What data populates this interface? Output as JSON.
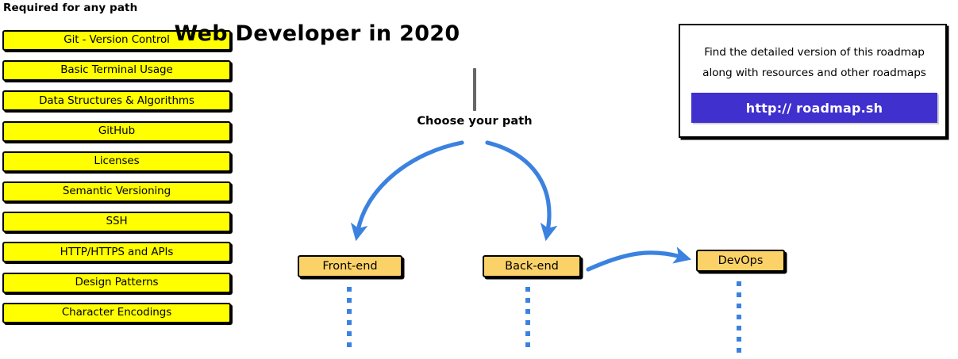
{
  "title": "Web Developer in 2020",
  "required_section": {
    "header": "Required for any path",
    "items": [
      {
        "label": "Git - Version Control"
      },
      {
        "label": "Basic Terminal Usage"
      },
      {
        "label": "Data Structures & Algorithms"
      },
      {
        "label": "GitHub"
      },
      {
        "label": "Licenses"
      },
      {
        "label": "Semantic Versioning"
      },
      {
        "label": "SSH"
      },
      {
        "label": "HTTP/HTTPS and APIs"
      },
      {
        "label": "Design Patterns"
      },
      {
        "label": "Character Encodings"
      }
    ]
  },
  "flow": {
    "choose_label": "Choose your path",
    "paths": [
      {
        "label": "Front-end"
      },
      {
        "label": "Back-end"
      },
      {
        "label": "DevOps"
      }
    ]
  },
  "info_box": {
    "line1": "Find the detailed version of this roadmap",
    "line2": "along with resources and other roadmaps",
    "cta_label": "http:// roadmap.sh"
  },
  "colors": {
    "required_fill": "#FFFF00",
    "path_fill": "#FBD268",
    "arrow_blue": "#3B82E0",
    "cta_purple": "#4030CE",
    "stem_gray": "#666666",
    "outline": "#000000"
  },
  "icons": {
    "arrow_left_branch": "curved-arrow-down-left-icon",
    "arrow_right_branch": "curved-arrow-down-right-icon",
    "arrow_to_devops": "curved-arrow-right-icon",
    "dotted_continuation": "dotted-line-icon"
  }
}
